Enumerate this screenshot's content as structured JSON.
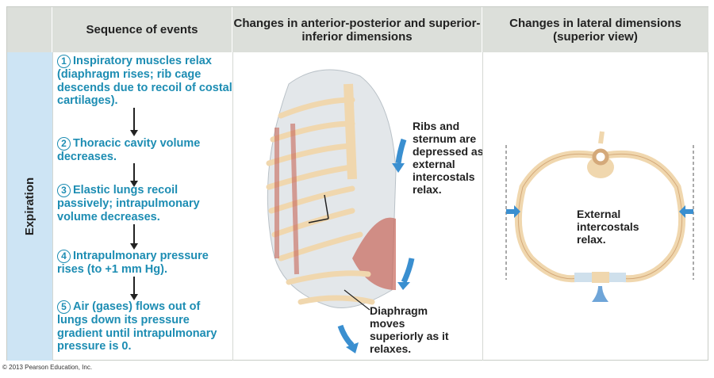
{
  "header": {
    "col1": "Sequence of events",
    "col2": "Changes in anterior-posterior and superior-inferior dimensions",
    "col3": "Changes in lateral dimensions (superior view)"
  },
  "row_label": "Expiration",
  "steps": [
    {
      "num": "1",
      "text": "Inspiratory muscles relax (diaphragm rises; rib cage descends due to recoil of costal cartilages)."
    },
    {
      "num": "2",
      "text": "Thoracic cavity volume decreases."
    },
    {
      "num": "3",
      "text": "Elastic lungs recoil passively; intrapulmonary volume  decreases."
    },
    {
      "num": "4",
      "text": "Intrapulmonary pressure rises (to +1 mm Hg)."
    },
    {
      "num": "5",
      "text": "Air (gases) flows out of lungs down its pressure gradient until intrapulmonary pressure is 0."
    }
  ],
  "labels": {
    "ribs": "Ribs and sternum are depressed as external intercostals relax.",
    "diaphragm": "Diaphragm moves superiorly as it relaxes.",
    "lateral": "External intercostals relax."
  },
  "colors": {
    "text_accent": "#1d8db3",
    "arrow_blue": "#3a8fd0",
    "bone": "#f0d7ae",
    "muscle": "#c8675a"
  },
  "footer": "© 2013 Pearson Education, Inc."
}
